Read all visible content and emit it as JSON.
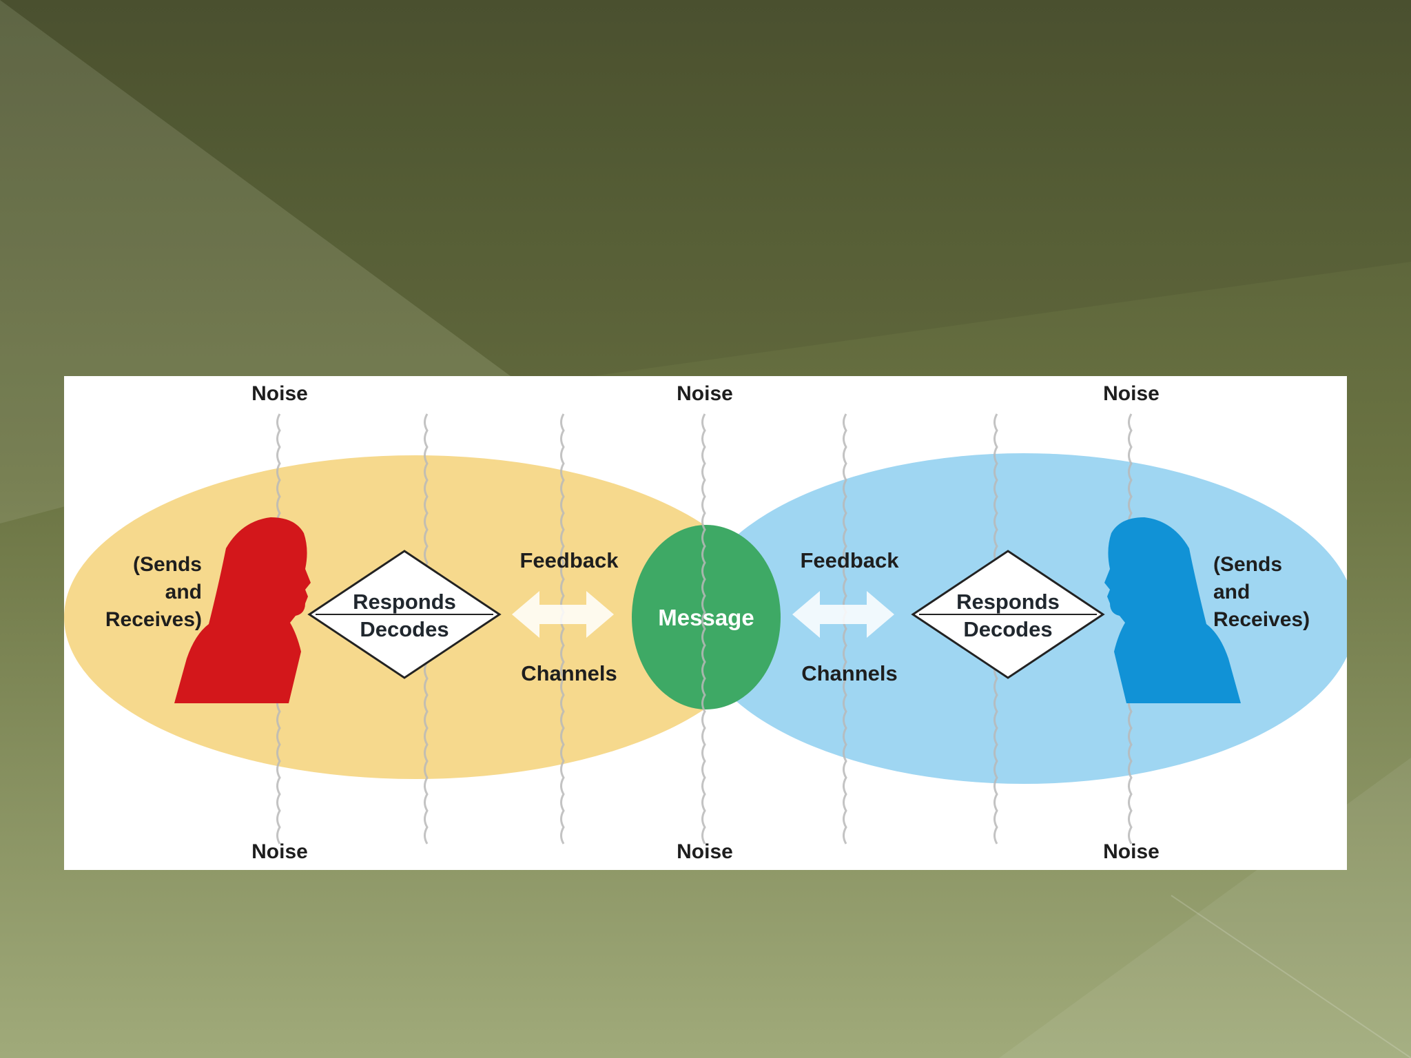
{
  "colors": {
    "slide_bg_dark": "#525a33",
    "slide_bg_light": "#9aa574",
    "left_ellipse": "#f6d98d",
    "right_ellipse": "#9fd6f2",
    "message_circle": "#3ea965",
    "left_person": "#d3171b",
    "right_person": "#1192d6"
  },
  "diagram": {
    "noise_top": [
      "Noise",
      "Noise",
      "Noise"
    ],
    "noise_bottom": [
      "Noise",
      "Noise",
      "Noise"
    ],
    "left": {
      "person_icon": "head-silhouette-facing-right",
      "role_lines": [
        "(Sends",
        "and",
        "Receives)"
      ],
      "diamond_top": "Responds",
      "diamond_bottom": "Decodes",
      "feedback": "Feedback",
      "channels": "Channels"
    },
    "message": "Message",
    "right": {
      "person_icon": "head-silhouette-facing-left",
      "role_lines": [
        "(Sends",
        "and",
        "Receives)"
      ],
      "diamond_top": "Responds",
      "diamond_bottom": "Decodes",
      "feedback": "Feedback",
      "channels": "Channels"
    }
  }
}
